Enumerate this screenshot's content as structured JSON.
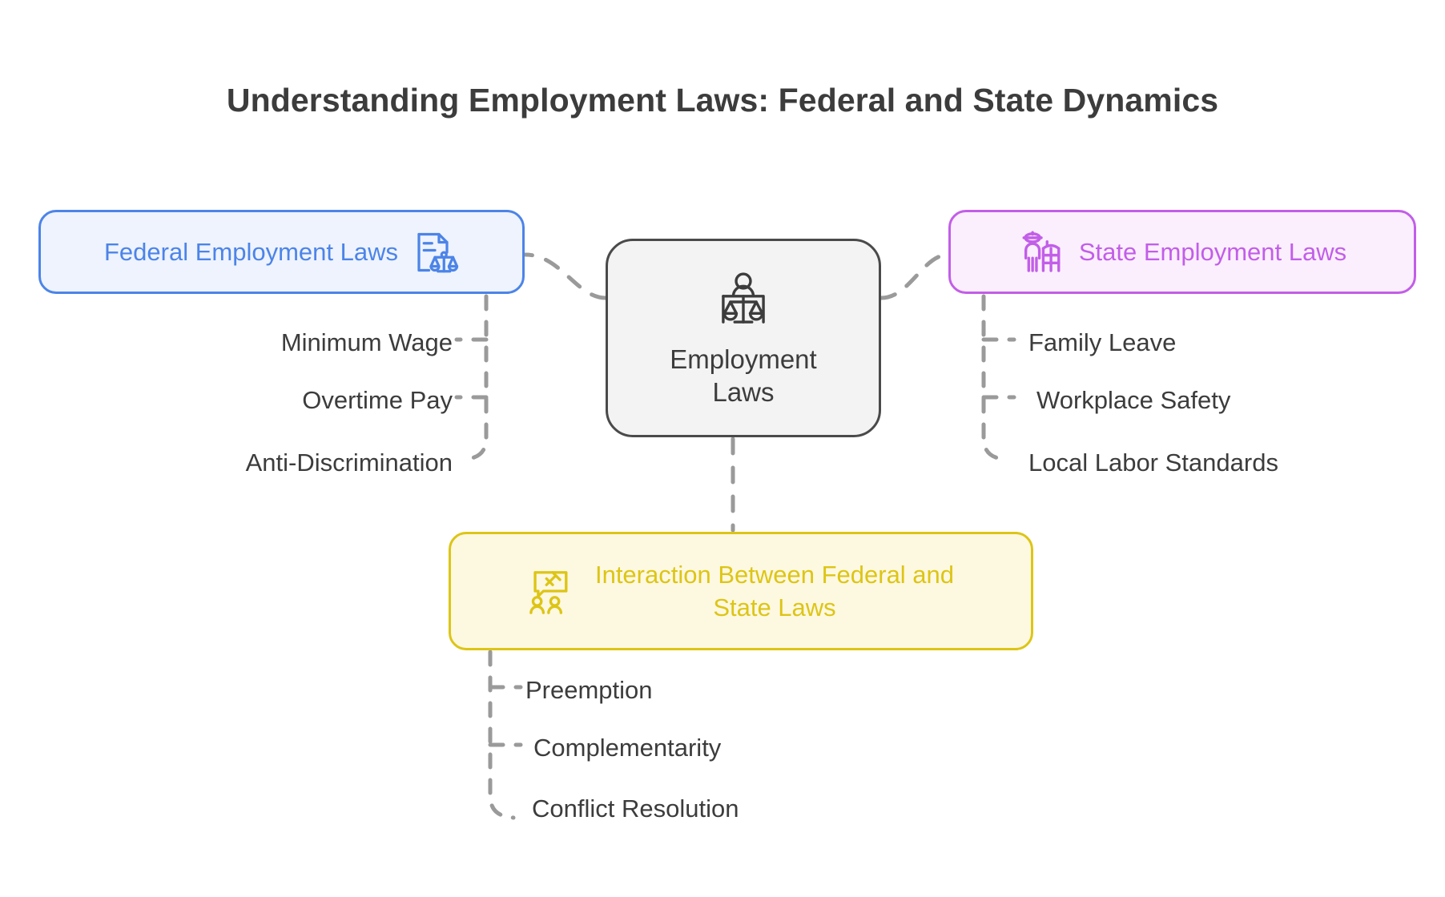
{
  "title": "Understanding Employment Laws: Federal and State Dynamics",
  "colors": {
    "background": "#ffffff",
    "title_text": "#3c3c3c",
    "center_border": "#4a4a4a",
    "center_fill": "#f3f3f3",
    "federal_accent": "#4c84e8",
    "federal_fill": "#eef3fd",
    "state_accent": "#c25ee8",
    "state_fill": "#fbeffe",
    "interaction_accent": "#ddc516",
    "interaction_fill": "#fdf8e0",
    "connector": "#9a9a9a",
    "sub_item_text": "#3c3c3c"
  },
  "center": {
    "label": "Employment\nLaws",
    "icon": "judge-scales-icon"
  },
  "branches": [
    {
      "id": "federal",
      "label": "Federal Employment Laws",
      "icon": "document-scales-icon",
      "accent": "#4c84e8",
      "side": "left",
      "items": [
        "Minimum Wage",
        "Overtime Pay",
        "Anti-Discrimination"
      ]
    },
    {
      "id": "state",
      "label": "State Employment Laws",
      "icon": "person-building-icon",
      "accent": "#c25ee8",
      "side": "right",
      "items": [
        "Family Leave",
        "Workplace Safety",
        "Local Labor Standards"
      ]
    },
    {
      "id": "interaction",
      "label": "Interaction Between Federal and\nState Laws",
      "icon": "presentation-people-icon",
      "accent": "#ddc516",
      "side": "bottom",
      "items": [
        "Preemption",
        "Complementarity",
        "Conflict Resolution"
      ]
    }
  ]
}
